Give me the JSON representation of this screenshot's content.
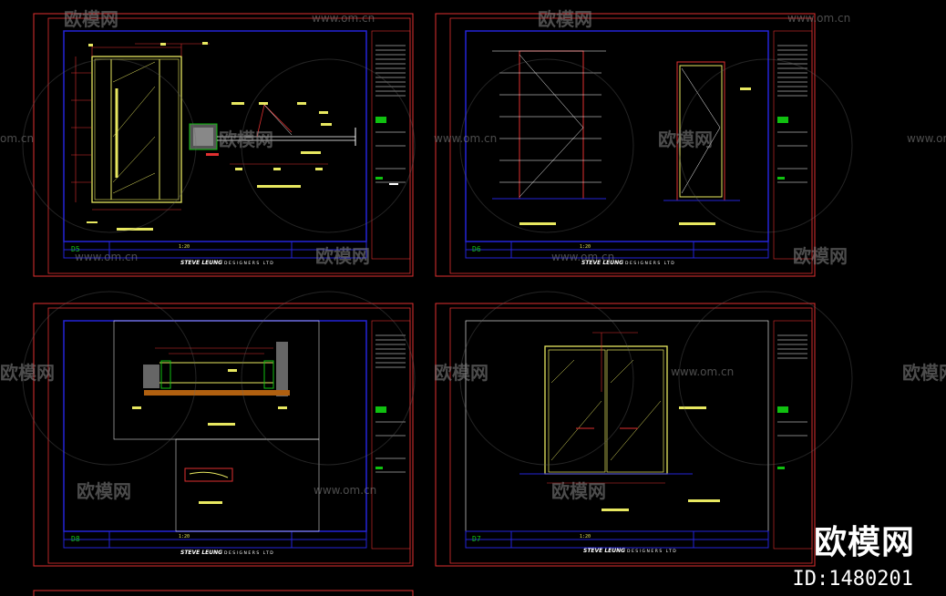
{
  "watermark": {
    "brand": "欧模网",
    "url": "www.om.cn",
    "url_short": "om.cn",
    "big_brand": "欧模网",
    "id_label": "ID:1480201"
  },
  "sheets": [
    {
      "code": "D5",
      "scale_label": "1:20",
      "company": "STEVE LEUNG",
      "company_suffix": "DESIGNERS LTD"
    },
    {
      "code": "D6",
      "scale_label": "1:20",
      "company": "STEVE LEUNG",
      "company_suffix": "DESIGNERS LTD"
    },
    {
      "code": "D8",
      "scale_label": "1:20",
      "company": "STEVE LEUNG",
      "company_suffix": "DESIGNERS LTD"
    },
    {
      "code": "D7",
      "scale_label": "1:20",
      "company": "STEVE LEUNG",
      "company_suffix": "DESIGNERS LTD"
    }
  ],
  "colors": {
    "background": "#000000",
    "sheet_border": "#e03030",
    "inner_frame": "#2424d8",
    "drawing_yellow": "#e8e860",
    "dimension_red": "#e03030",
    "accent_green": "#10c010",
    "teal_logo": "#1aa7a0",
    "watermark": "#8a8a8a"
  }
}
